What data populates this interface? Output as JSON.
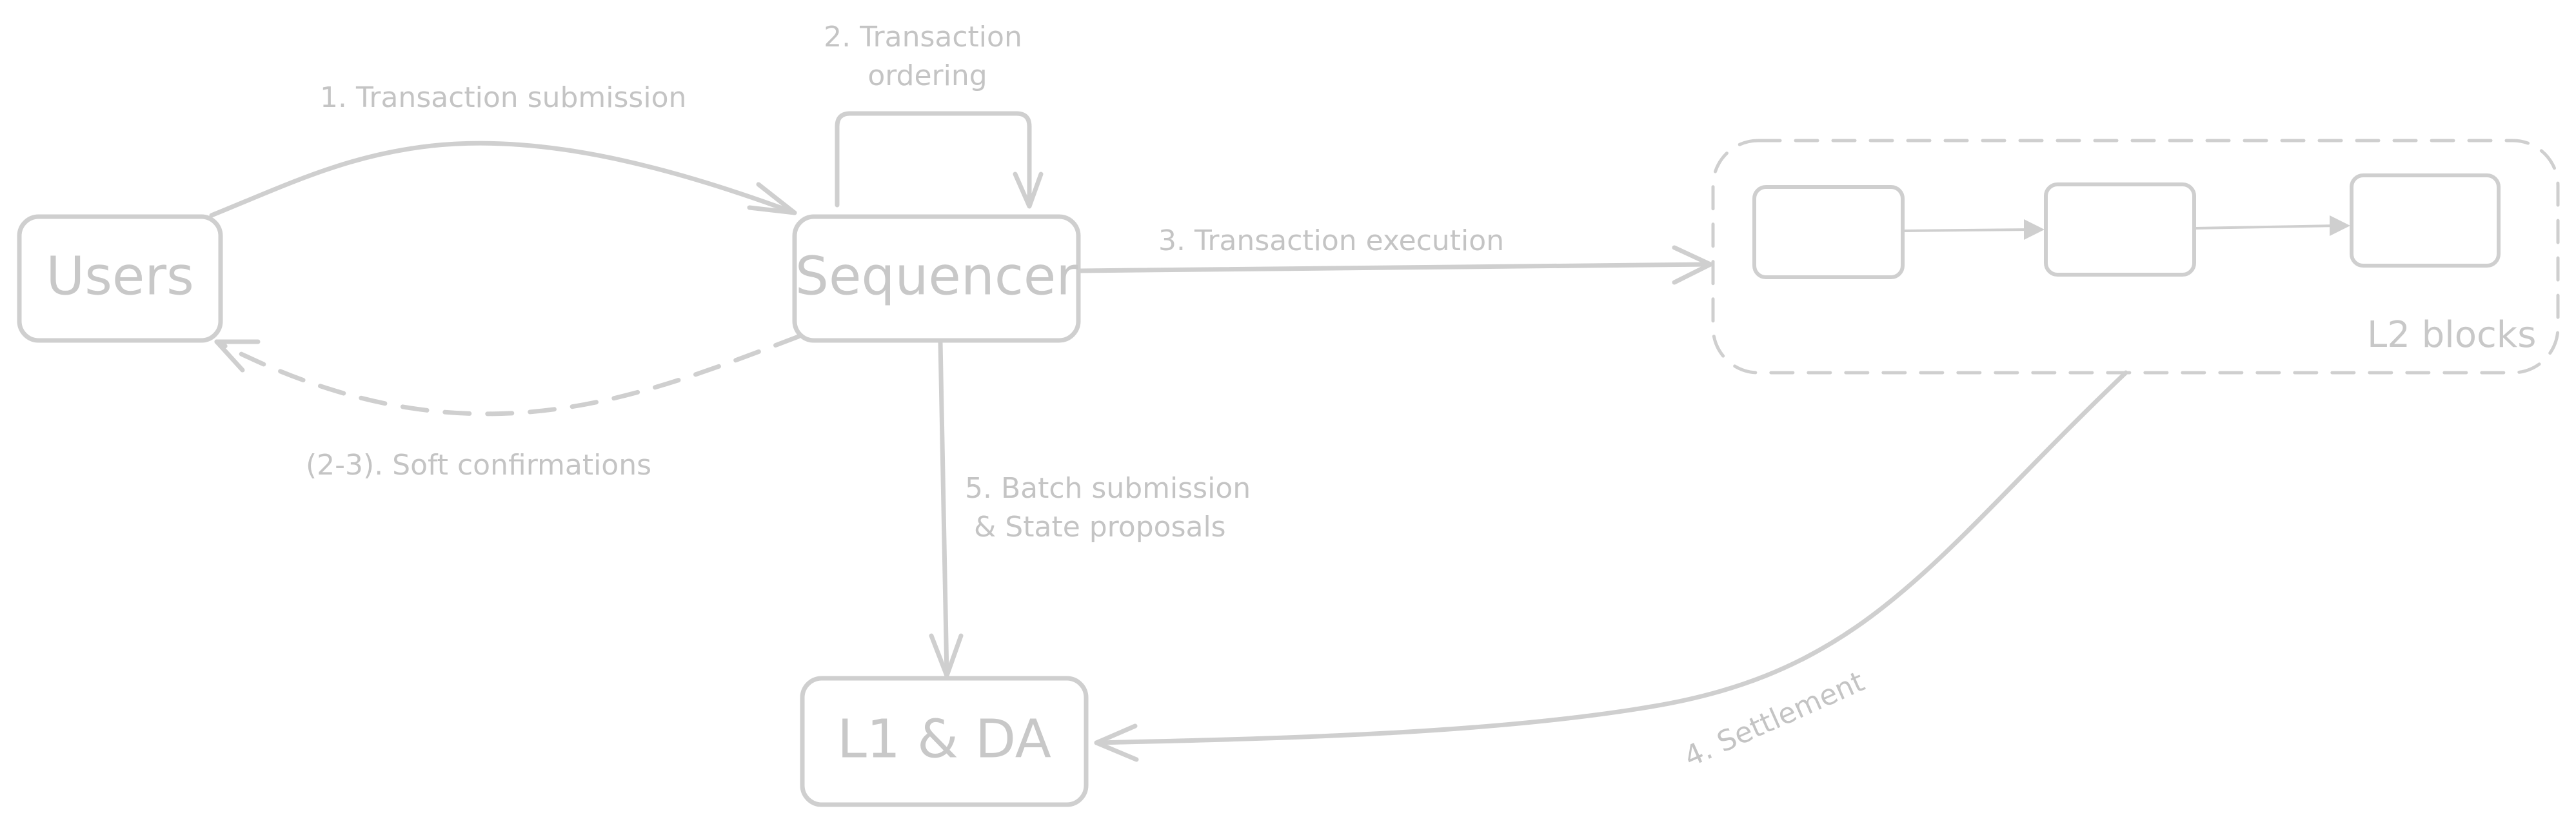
{
  "theme": {
    "stroke_color": "#cfcfcf",
    "text_color": "#c6c6c6",
    "background": "#ffffff"
  },
  "nodes": {
    "users": "Users",
    "sequencer": "Sequencer",
    "l1_da": "L1 & DA"
  },
  "group": {
    "label": "L2 blocks",
    "block_count": 3
  },
  "edges": {
    "submission": "1. Transaction submission",
    "ordering": [
      "2. Transaction",
      "ordering"
    ],
    "execution": "3. Transaction execution",
    "settlement": "4. Settlement",
    "batch": [
      "5. Batch submission",
      "& State proposals"
    ],
    "soft_confirmations": "(2-3). Soft confirmations"
  }
}
